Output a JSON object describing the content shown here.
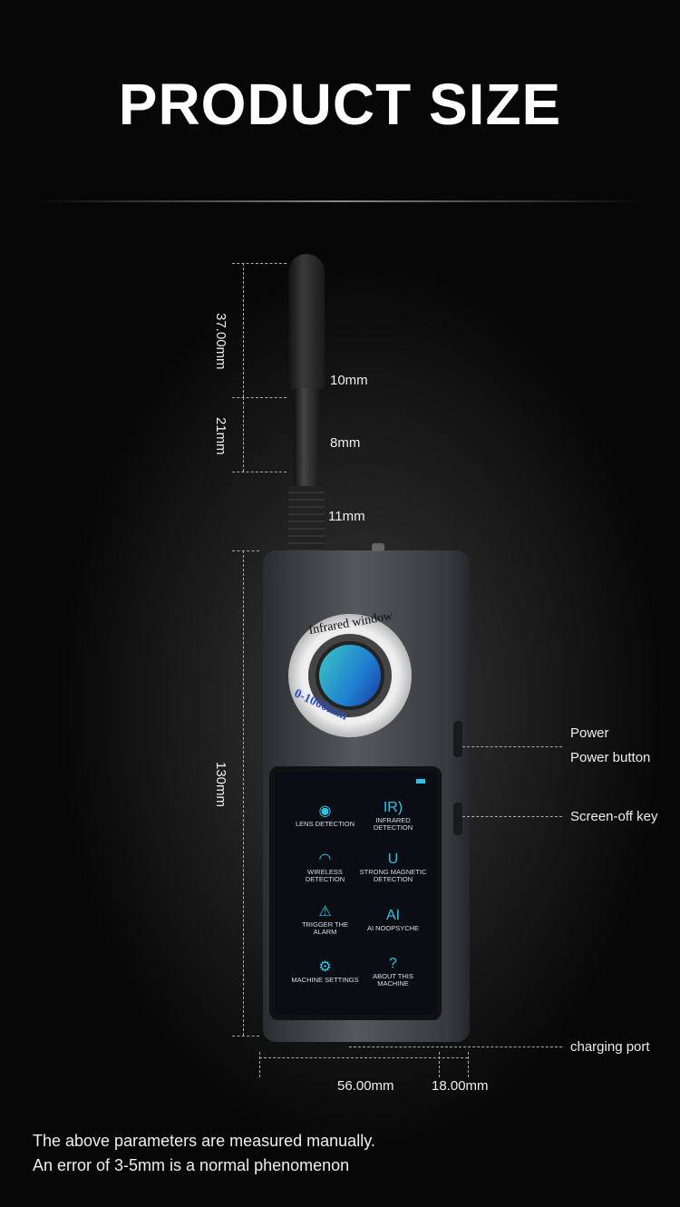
{
  "title": "PRODUCT SIZE",
  "dimensions": {
    "antenna_tip_length": "37.00mm",
    "antenna_mid_length": "21mm",
    "tip_width": "10mm",
    "mid_width": "8mm",
    "base_width": "11mm",
    "body_height": "130mm",
    "body_width": "56.00mm",
    "thickness": "18.00mm"
  },
  "callouts": {
    "power": "Power",
    "power_button": "Power button",
    "screen_off": "Screen-off key",
    "charging": "charging port"
  },
  "lens": {
    "top_text": "Infrared window",
    "bottom_text": "0-1000mm"
  },
  "screen": {
    "items": [
      {
        "icon": "◉",
        "label": "LENS DETECTION"
      },
      {
        "icon": "IR)",
        "label": "INFRARED DETECTION"
      },
      {
        "icon": "◠",
        "label": "WIRELESS DETECTION"
      },
      {
        "icon": "U",
        "label": "STRONG MAGNETIC DETECTION"
      },
      {
        "icon": "⚠",
        "label": "TRIGGER THE ALARM"
      },
      {
        "icon": "AI",
        "label": "AI NOOPSYCHE"
      },
      {
        "icon": "⚙",
        "label": "MACHINE SETTINGS"
      },
      {
        "icon": "?",
        "label": "ABOUT THIS MACHINE"
      }
    ]
  },
  "notes": [
    "The above parameters are measured manually.",
    "An error of 3-5mm is a normal phenomenon"
  ]
}
